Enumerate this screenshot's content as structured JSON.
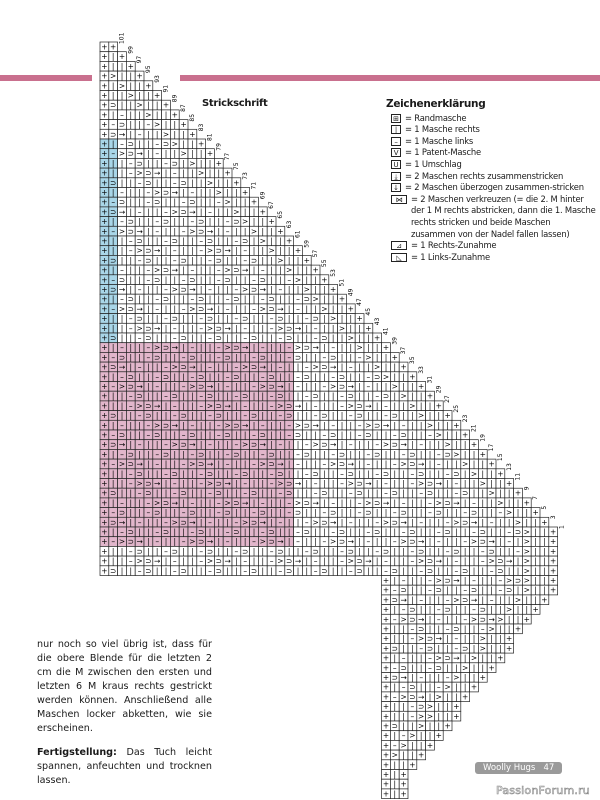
{
  "chart_title": "Strickschrift",
  "legend": {
    "title": "Zeichenerklärung",
    "items": [
      {
        "symbol": "⊞",
        "label": "= Randmasche"
      },
      {
        "symbol": "|",
        "label": "= 1 Masche rechts"
      },
      {
        "symbol": "–",
        "label": "= 1 Masche links"
      },
      {
        "symbol": "V",
        "label": "= 1 Patent-Masche"
      },
      {
        "symbol": "U",
        "label": "= 1 Umschlag"
      },
      {
        "symbol": "⤓",
        "label": "= 2 Maschen rechts zusammenstricken"
      },
      {
        "symbol": "↓",
        "label": "= 2 Maschen überzogen zusammen-stricken"
      },
      {
        "symbol": "⋈",
        "label": "= 2 Maschen verkreuzen (= die 2. M hinter der 1 M rechts abstricken, dann die 1. Masche rechts stricken und beide Maschen zusammen von der Nadel fallen lassen)"
      },
      {
        "symbol": "⊿",
        "label": "= 1 Rechts-Zunahme"
      },
      {
        "symbol": "◺",
        "label": "= 1 Links-Zunahme"
      }
    ]
  },
  "row_numbers": [
    101,
    99,
    97,
    95,
    93,
    91,
    89,
    87,
    85,
    83,
    81,
    79,
    77,
    75,
    73,
    71,
    69,
    67,
    65,
    63,
    61,
    59,
    57,
    55,
    53,
    51,
    49,
    47,
    45,
    43,
    41,
    39,
    37,
    35,
    33,
    31,
    29,
    27,
    25,
    23,
    21,
    19,
    17,
    15,
    13,
    11,
    9,
    7,
    5,
    3,
    1
  ],
  "body": {
    "paragraph1": "nur noch so viel übrig ist, dass für die obere Blende für die letzten 2 cm die M zwischen den ersten und letzten 6 M kraus rechts gestrickt werden können. Anschließend alle Maschen locker abketten, wie sie erscheinen.",
    "paragraph2_bold": "Fertigstellung:",
    "paragraph2": " Das Tuch leicht spannen, anfeuchten und trocknen lassen."
  },
  "footer": {
    "magazine": "Woolly Hugs",
    "page": "47"
  },
  "watermark": "PassionForum.ru",
  "colors": {
    "accent": "#c9708e",
    "blue": "#a9d6e8",
    "pink": "#e2b6cb"
  }
}
